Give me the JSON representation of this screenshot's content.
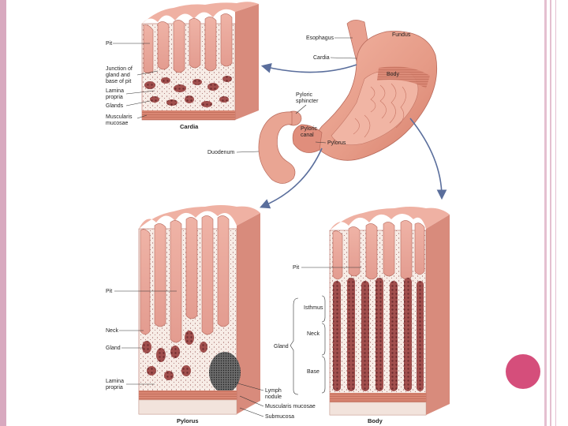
{
  "colors": {
    "accent_dot": "#d54e7b",
    "border": "#d8a9bf",
    "tissue_pink": "#e9a396",
    "tissue_dark": "#c96d62",
    "stomach": "#e59a86",
    "gland_cell": "#8a3f3f",
    "arrow": "#5a6e9c"
  },
  "stomach_labels": {
    "esophagus": "Esophagus",
    "fundus": "Fundus",
    "cardia": "Cardia",
    "body": "Body",
    "pyloric_sphincter": [
      "Pyloric",
      "sphincter"
    ],
    "pyloric_canal": [
      "Pyloric",
      "canal"
    ],
    "pylorus": "Pylorus",
    "duodenum": "Duodenum"
  },
  "cardia_panel": {
    "caption": "Cardia",
    "labels": {
      "pit": "Pit",
      "junction": [
        "Junction of",
        "gland and",
        "base of pit"
      ],
      "lamina": [
        "Lamina",
        "propria"
      ],
      "glands": "Glands",
      "muscularis": [
        "Muscularis",
        "mucosae"
      ]
    }
  },
  "pylorus_panel": {
    "caption": "Pylorus",
    "labels": {
      "pit": "Pit",
      "neck": "Neck",
      "gland": "Gland",
      "lamina": [
        "Lamina",
        "propria"
      ],
      "lymph": [
        "Lymph",
        "nodule"
      ],
      "muscularis": "Muscularis mucosae",
      "submucosa": "Submucosa"
    }
  },
  "body_panel": {
    "caption": "Body",
    "labels": {
      "pit": "Pit",
      "isthmus": "Isthmus",
      "neck": "Neck",
      "gland": "Gland",
      "base": "Base"
    }
  }
}
